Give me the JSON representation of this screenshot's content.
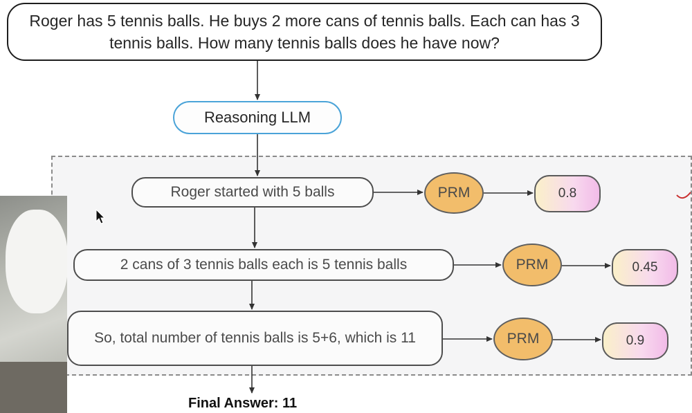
{
  "question": "Roger has 5 tennis balls. He buys 2 more cans of tennis balls. Each can has 3 tennis balls. How many tennis balls does he have now?",
  "model": "Reasoning LLM",
  "steps": [
    {
      "text": "Roger started with 5 balls",
      "verifier": "PRM",
      "score": "0.8"
    },
    {
      "text": "2 cans of 3 tennis balls each is 5 tennis balls",
      "verifier": "PRM",
      "score": "0.45"
    },
    {
      "text": "So, total number of tennis balls is 5+6, which is 11",
      "verifier": "PRM",
      "score": "0.9"
    }
  ],
  "final_answer": "Final Answer: 11",
  "colors": {
    "llm_border": "#4aa3d8",
    "prm_fill": "#f2bd6b",
    "score_gradient_start": "#faf0c9",
    "score_gradient_end": "#f2bbe8",
    "region_fill": "#f5f5f6"
  }
}
